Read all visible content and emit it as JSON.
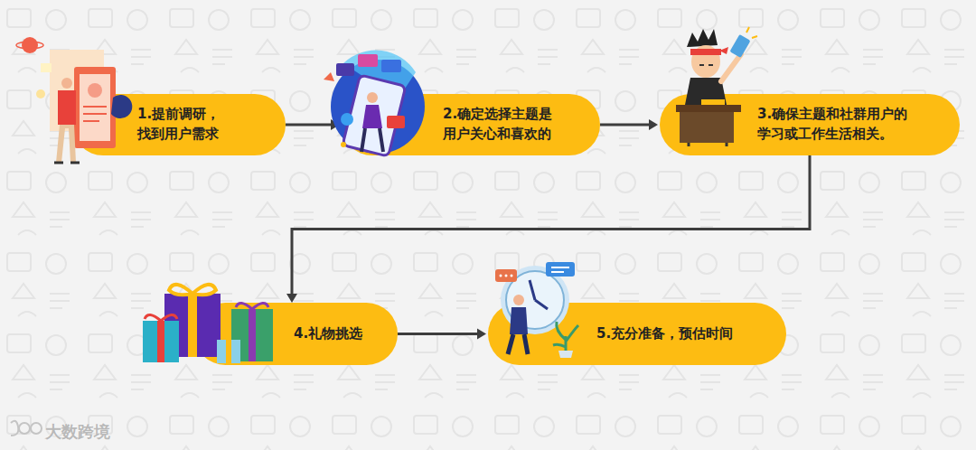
{
  "diagram": {
    "nodes": [
      {
        "text": [
          "1.提前调研， 找到用户需求"
        ]
      },
      {
        "text": [
          "2.确定选择主题是 用户关心和喜欢的"
        ]
      },
      {
        "text": [
          "3.确保主题和社群用户的 学习或工作生活相关。"
        ]
      },
      {
        "text": [
          "4.礼物挑选"
        ]
      },
      {
        "text": [
          "5.充分准备，预估时间"
        ]
      }
    ],
    "edges": [
      {
        "from": 0,
        "to": 1,
        "arrow": "to"
      },
      {
        "from": 1,
        "to": 2,
        "arrow": "to"
      },
      {
        "from": 2,
        "to": 3,
        "arrow": "to"
      },
      {
        "from": 3,
        "to": 4,
        "arrow": "to"
      }
    ],
    "labels": [
      "大数跨境"
    ]
  }
}
